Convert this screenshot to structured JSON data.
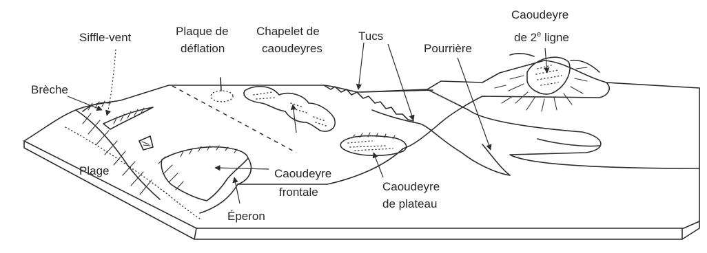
{
  "labels": {
    "siffle_vent": "Siffle-vent",
    "plaque_l1": "Plaque de",
    "plaque_l2": "déflation",
    "chapelet_l1": "Chapelet de",
    "chapelet_l2": "caoudeyres",
    "tucs": "Tucs",
    "pourriere": "Pourrière",
    "c2_l1": "Caoudeyre",
    "c2_l2_pre": "de 2",
    "c2_sup": "e",
    "c2_l2_post": " ligne",
    "breche": "Brèche",
    "plage": "Plage",
    "frontale_l1": "Caoudeyre",
    "frontale_l2": "frontale",
    "eperon": "Éperon",
    "plateau_l1": "Caoudeyre",
    "plateau_l2": "de plateau"
  }
}
